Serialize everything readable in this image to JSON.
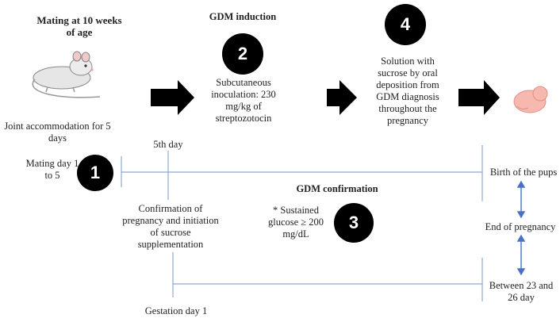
{
  "step1": {
    "title": "Mating at 10 weeks of age",
    "caption": "Joint accommodation for 5 days",
    "marker": "Mating day 1 to 5",
    "number": "1"
  },
  "step2": {
    "title": "GDM induction",
    "number": "2",
    "description": "Subcutaneous inoculation: 230 mg/kg of streptozotocin"
  },
  "step3": {
    "title": "GDM confirmation",
    "number": "3",
    "description": "* Sustained glucose ≥ 200 mg/dL"
  },
  "step4": {
    "number": "4",
    "description": "Solution with sucrose by oral deposition from GDM diagnosis throughout the pregnancy"
  },
  "timeline": {
    "day5": "5th day",
    "confirmation": "Confirmation of pregnancy and initiation of sucrose supplementation",
    "gestation_day1": "Gestation day 1",
    "birth": "Birth of the pups",
    "end": "End of pregnancy",
    "duration": "Between 23 and 26 day"
  },
  "colors": {
    "line": "#8fa9cf",
    "double_arrow": "#4a72c4",
    "arrow": "#000000",
    "pup": "#f7b8b0"
  },
  "icons": [
    "mouse-icon",
    "arrow-right-icon",
    "pup-icon",
    "double-arrow-icon"
  ]
}
